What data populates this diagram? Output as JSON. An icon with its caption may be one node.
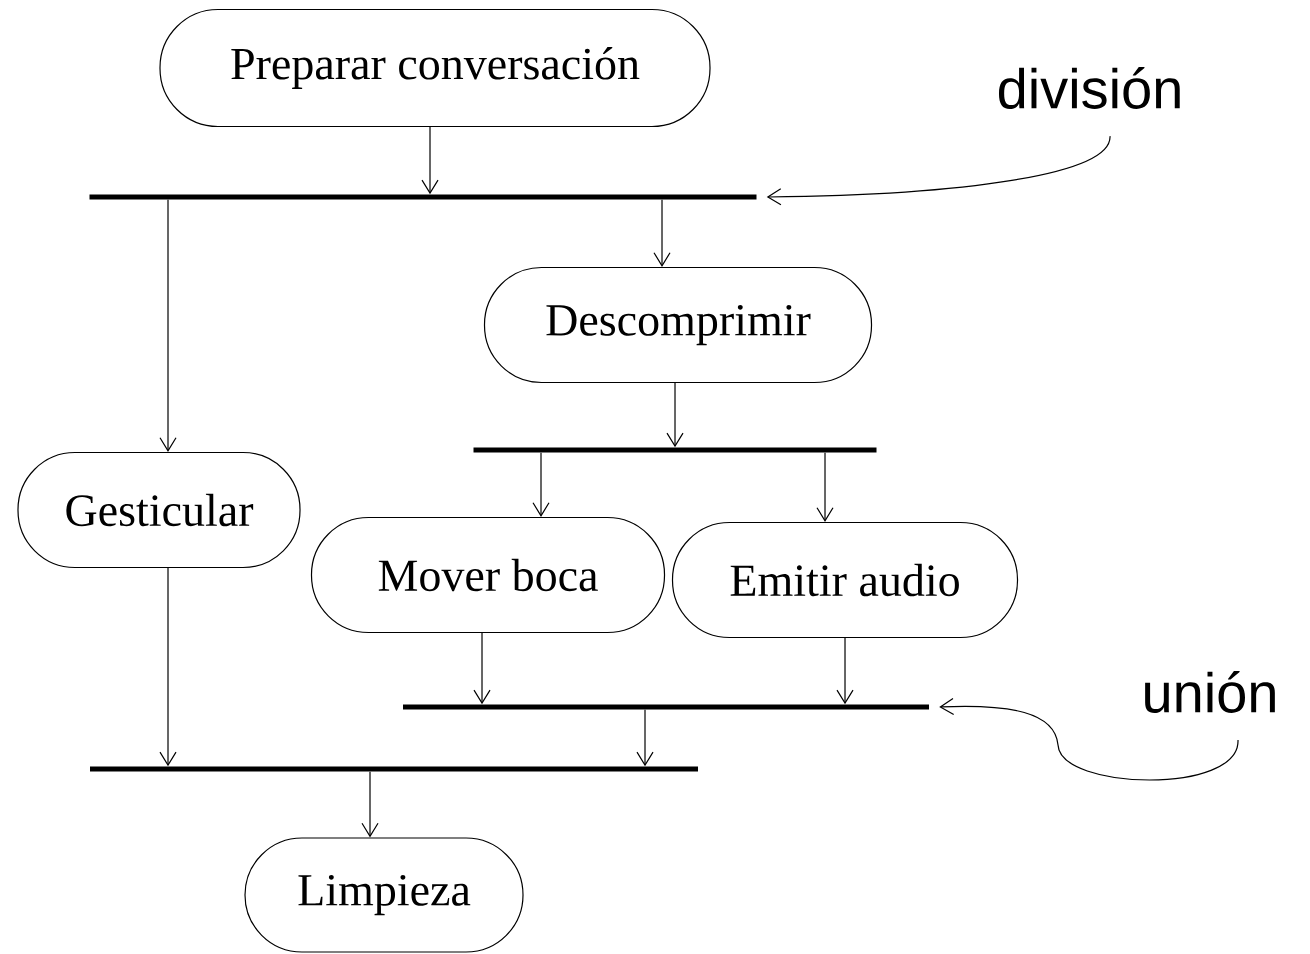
{
  "diagram": {
    "nodes": [
      {
        "text": [
          "Preparar conversación"
        ]
      },
      {
        "text": [],
        "shape": "bar"
      },
      {
        "text": [
          "Descomprimir"
        ]
      },
      {
        "text": [
          "Gesticular"
        ]
      },
      {
        "text": [],
        "shape": "bar"
      },
      {
        "text": [
          "Mover boca"
        ]
      },
      {
        "text": [
          "Emitir audio"
        ]
      },
      {
        "text": [],
        "shape": "bar"
      },
      {
        "text": [],
        "shape": "bar"
      },
      {
        "text": [
          "Limpieza"
        ]
      },
      {
        "text": [
          "división"
        ]
      },
      {
        "text": [
          "unión"
        ]
      }
    ],
    "edges": [
      {
        "from": 0,
        "to": 1,
        "arrow": "to"
      },
      {
        "from": 1,
        "to": 2,
        "arrow": "to"
      },
      {
        "from": 1,
        "to": 3,
        "arrow": "to"
      },
      {
        "from": 2,
        "to": 4,
        "arrow": "to"
      },
      {
        "from": 4,
        "to": 5,
        "arrow": "to"
      },
      {
        "from": 4,
        "to": 6,
        "arrow": "to"
      },
      {
        "from": 5,
        "to": 7,
        "arrow": "to"
      },
      {
        "from": 6,
        "to": 7,
        "arrow": "to"
      },
      {
        "from": 3,
        "to": 8,
        "arrow": "to"
      },
      {
        "from": 7,
        "to": 8,
        "arrow": "to"
      },
      {
        "from": 8,
        "to": 9,
        "arrow": "to"
      },
      {
        "from": 10,
        "to": 1,
        "arrow": "to"
      },
      {
        "from": 11,
        "to": 7,
        "arrow": "to"
      }
    ]
  }
}
